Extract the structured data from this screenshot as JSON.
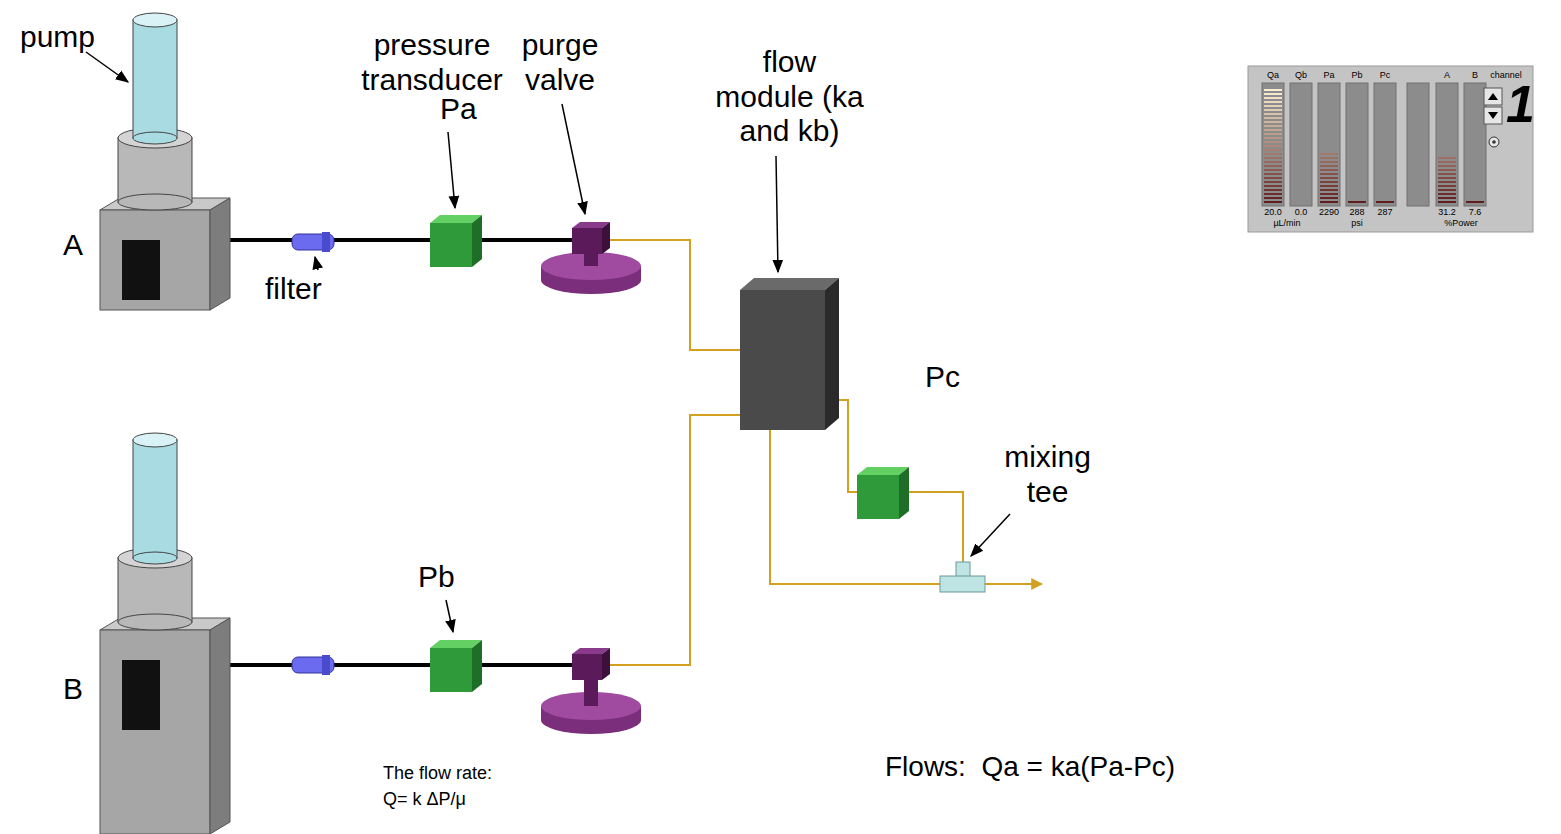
{
  "diagram": {
    "nodes": [
      {
        "text": [
          "pump",
          "A"
        ]
      },
      {
        "text": [
          "filter"
        ]
      },
      {
        "text": [
          "pressure transducer",
          "Pa"
        ]
      },
      {
        "text": [
          "purge valve"
        ]
      },
      {
        "text": [
          "flow module (ka and kb)"
        ]
      },
      {
        "text": [
          "B"
        ]
      },
      {
        "text": [
          "Pb"
        ]
      },
      {
        "text": [
          "Pc"
        ]
      },
      {
        "text": [
          "mixing tee"
        ]
      }
    ],
    "edges": [
      {
        "from": 0,
        "to": 1,
        "arrow": "none"
      },
      {
        "from": 1,
        "to": 2,
        "arrow": "none"
      },
      {
        "from": 2,
        "to": 3,
        "arrow": "none"
      },
      {
        "from": 3,
        "to": 4,
        "arrow": "none"
      },
      {
        "from": 5,
        "to": 6,
        "arrow": "none"
      },
      {
        "from": 6,
        "to": 4,
        "arrow": "none"
      },
      {
        "from": 4,
        "to": 7,
        "arrow": "none"
      },
      {
        "from": 7,
        "to": 8,
        "arrow": "none"
      },
      {
        "from": 4,
        "to": 8,
        "arrow": "none"
      }
    ],
    "labels": [
      "Qa",
      "Qb",
      "Pa",
      "Pb",
      "Pc",
      "A",
      "B",
      "channel",
      "20.0",
      "0.0",
      "2290",
      "288",
      "287",
      "31.2",
      "7.6",
      "µL/min",
      "psi",
      "%Power",
      "1",
      "The flow rate:",
      "Q= k ΔP/μ",
      "Flows:  Qa = ka(Pa-Pc)"
    ]
  }
}
